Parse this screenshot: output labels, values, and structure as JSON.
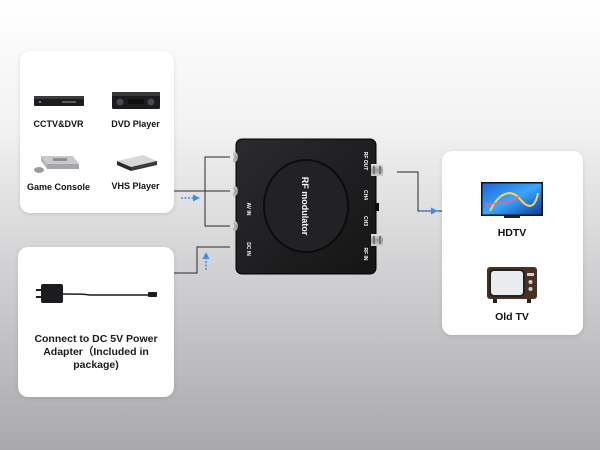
{
  "sources": {
    "cctv_dvr": "CCTV&DVR",
    "dvd_player": "DVD Player",
    "game_console": "Game Console",
    "vhs_player": "VHS Player"
  },
  "power": {
    "caption_line1": "Connect to DC 5V Power",
    "caption_line2": "Adapter（Included in",
    "caption_line3": "package)"
  },
  "displays": {
    "hdtv": "HDTV",
    "old_tv": "Old TV"
  },
  "modulator": {
    "title": "RF modulator",
    "av_in": "AV IN",
    "dc_in": "DC IN",
    "rf_out": "RF OUT",
    "rf_in": "RF IN",
    "ch4": "CH4",
    "ch3": "CH3"
  },
  "colors": {
    "arrow": "#3d8ee8",
    "device_body": "#1c1c1e",
    "panel": "#ffffff"
  }
}
